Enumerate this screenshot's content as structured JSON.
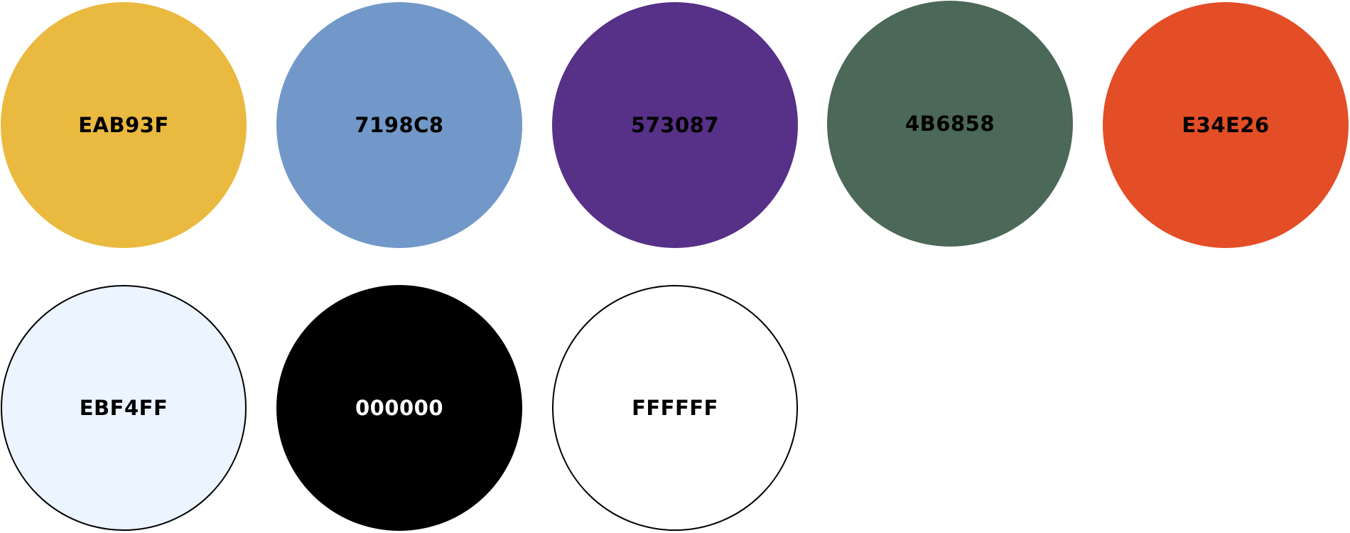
{
  "swatches": [
    {
      "label": "EAB93F",
      "color": "#EAB93F",
      "text_color": "#000000",
      "outlined": false
    },
    {
      "label": "7198C8",
      "color": "#7198C8",
      "text_color": "#000000",
      "outlined": false
    },
    {
      "label": "573087",
      "color": "#573087",
      "text_color": "#000000",
      "outlined": false
    },
    {
      "label": "4B6858",
      "color": "#4B6858",
      "text_color": "#000000",
      "outlined": false
    },
    {
      "label": "E34E26",
      "color": "#E34E26",
      "text_color": "#000000",
      "outlined": false
    },
    {
      "label": "EBF4FF",
      "color": "#EBF4FF",
      "text_color": "#000000",
      "outlined": true
    },
    {
      "label": "000000",
      "color": "#000000",
      "text_color": "#FFFFFF",
      "outlined": false
    },
    {
      "label": "FFFFFF",
      "color": "#FFFFFF",
      "text_color": "#000000",
      "outlined": true
    }
  ]
}
